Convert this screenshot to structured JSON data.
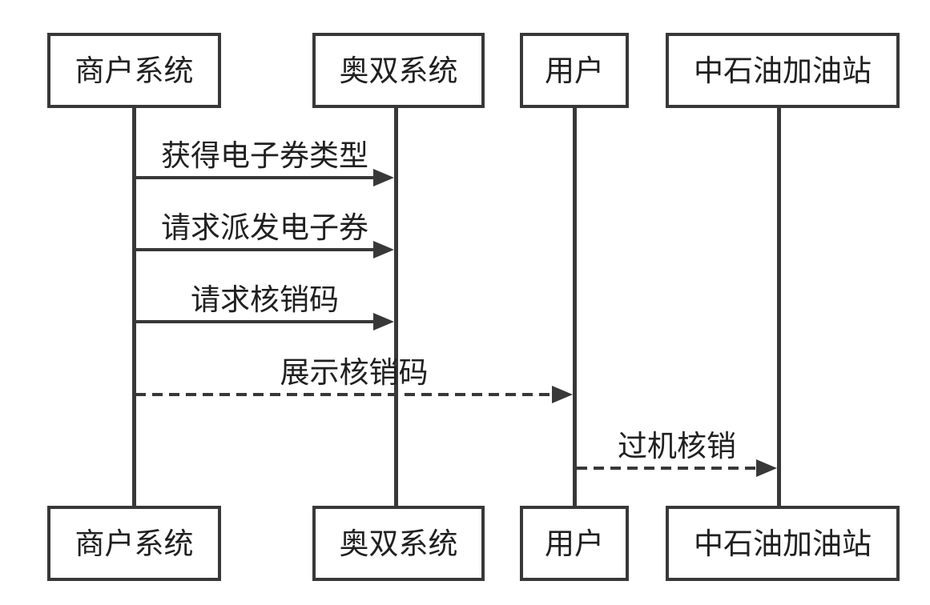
{
  "diagram": {
    "type": "sequence-diagram",
    "participants": [
      {
        "id": "merchant-system",
        "label": "商户系统"
      },
      {
        "id": "aoshuang-system",
        "label": "奥双系统"
      },
      {
        "id": "user",
        "label": "用户"
      },
      {
        "id": "petrochina-gas-station",
        "label": "中石油加油站"
      }
    ],
    "messages": [
      {
        "label": "获得电子券类型",
        "from": "商户系统",
        "to": "奥双系统",
        "line_style": "solid"
      },
      {
        "label": "请求派发电子券",
        "from": "商户系统",
        "to": "奥双系统",
        "line_style": "solid"
      },
      {
        "label": "请求核销码",
        "from": "商户系统",
        "to": "奥双系统",
        "line_style": "solid"
      },
      {
        "label": "展示核销码",
        "from": "商户系统",
        "to": "用户",
        "line_style": "dashed"
      },
      {
        "label": "过机核销",
        "from": "用户",
        "to": "中石油加油站",
        "line_style": "dashed"
      }
    ],
    "colors": {
      "line": "#383838",
      "text": "#202020",
      "background": "#ffffff"
    }
  }
}
